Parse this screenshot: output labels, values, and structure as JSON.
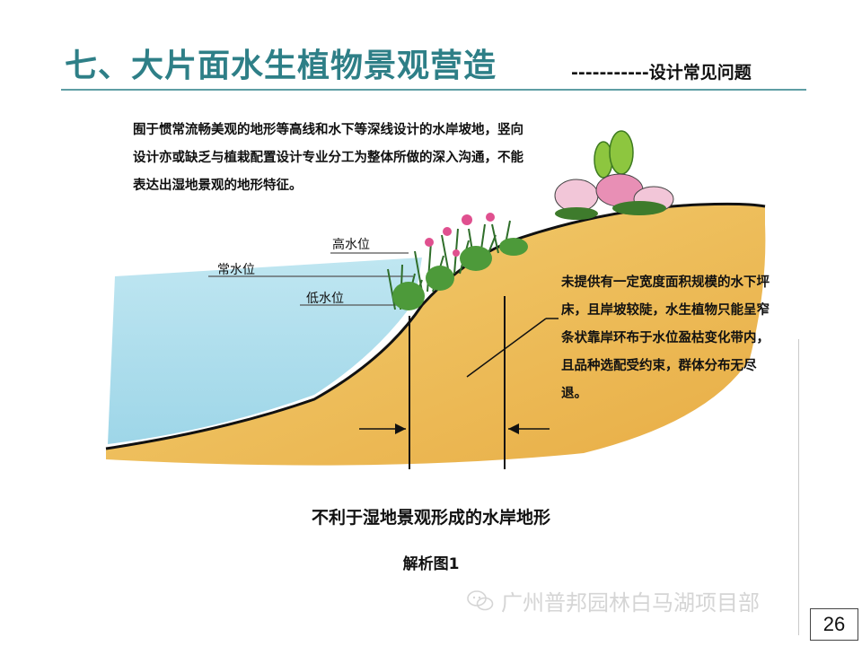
{
  "header": {
    "title": "七、大片面水生植物景观营造",
    "subtitle": "-----------设计常见问题"
  },
  "diagram": {
    "intro_text": "囿于惯常流畅美观的地形等高线和水下等深线设计的水岸坡地，竖向设计亦或缺乏与植栽配置设计专业分工为整体所做的深入沟通，不能表达出湿地景观的地形特征。",
    "labels": {
      "high_water": "高水位",
      "normal_water": "常水位",
      "low_water": "低水位"
    },
    "note_text": "未提供有一定宽度面积规模的水下坪床，且岸坡较陡，水生植物只能呈窄条状靠岸环布于水位盈枯变化带内，且品种选配受约束，群体分布无尽退。",
    "caption": "不利于湿地景观形成的水岸地形",
    "figure_label": "解析图1"
  },
  "footer": {
    "watermark": "广州普邦园林白马湖项目部",
    "page_number": "26"
  },
  "colors": {
    "title": "#2e7f87",
    "water": "#a9dcea",
    "soil": "#eec05a",
    "plant_green": "#4d9a3a",
    "flower_pink": "#e0508f"
  }
}
